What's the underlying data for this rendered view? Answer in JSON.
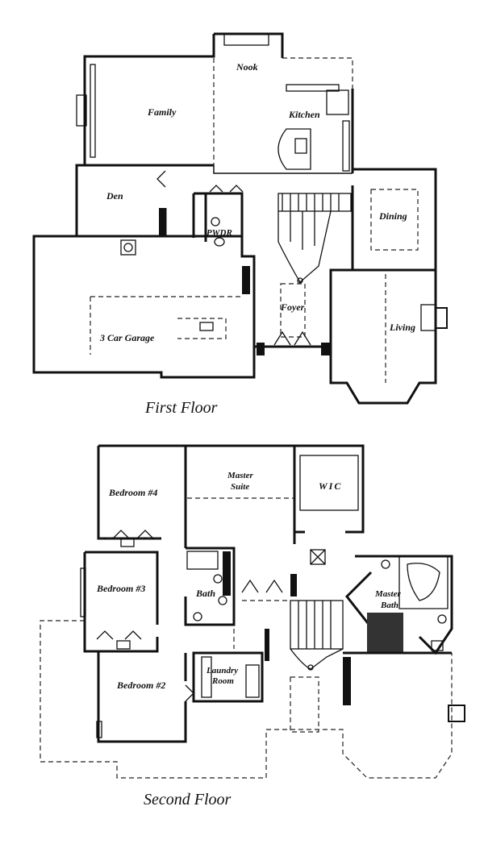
{
  "first_floor": {
    "title": "First Floor",
    "rooms": {
      "nook": "Nook",
      "family": "Family",
      "kitchen": "Kitchen",
      "den": "Den",
      "pwdr": "PWDR",
      "dining": "Dining",
      "foyer": "Foyer",
      "garage": "3 Car Garage",
      "living": "Living"
    }
  },
  "second_floor": {
    "title": "Second Floor",
    "rooms": {
      "bedroom4": "Bedroom #4",
      "master_suite_1": "Master",
      "master_suite_2": "Suite",
      "wic": "WIC",
      "bedroom3": "Bedroom #3",
      "bath": "Bath",
      "master_bath_1": "Master",
      "master_bath_2": "Bath",
      "laundry_1": "Laundry",
      "laundry_2": "Room",
      "bedroom2": "Bedroom #2"
    }
  }
}
